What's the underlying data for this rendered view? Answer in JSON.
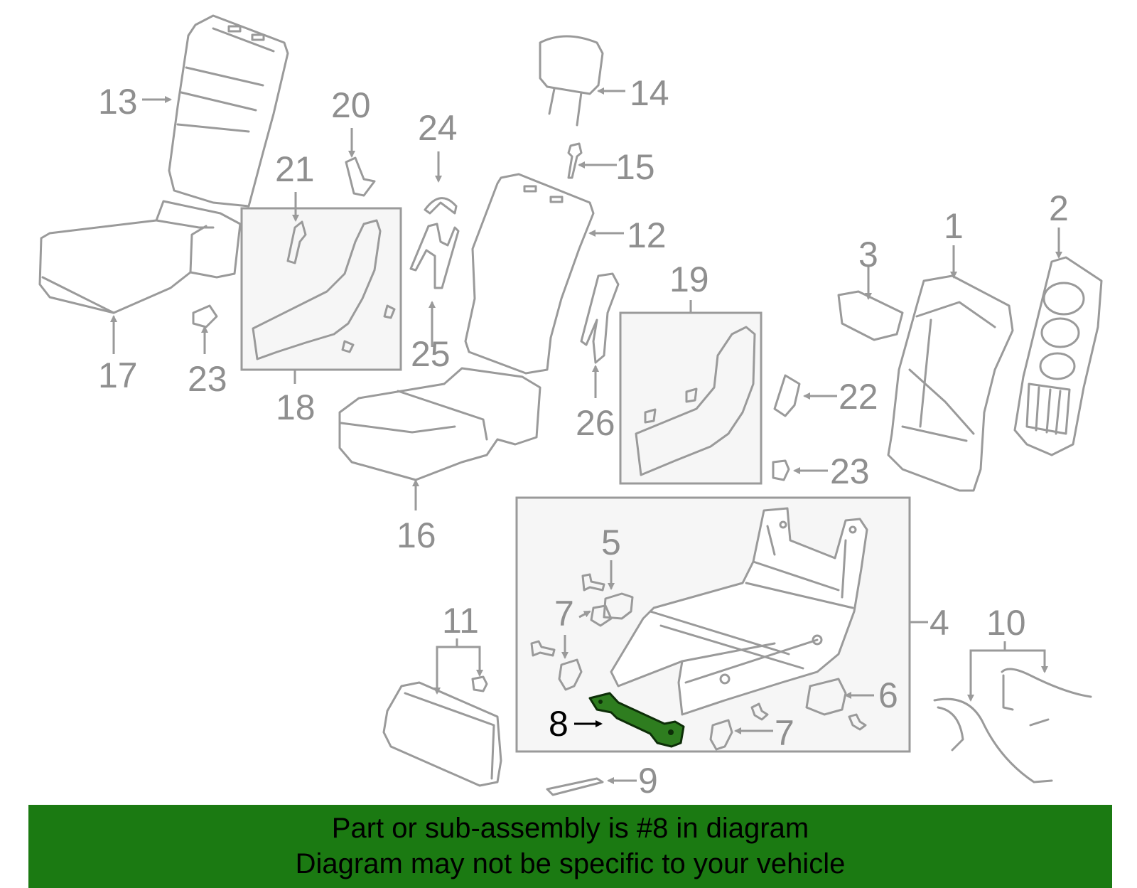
{
  "labels": {
    "l1": "1",
    "l2": "2",
    "l3": "3",
    "l4": "4",
    "l5": "5",
    "l6": "6",
    "l7": "7",
    "l8": "8",
    "l9": "9",
    "l10": "10",
    "l11": "11",
    "l12": "12",
    "l13": "13",
    "l14": "14",
    "l15": "15",
    "l16": "16",
    "l17": "17",
    "l18": "18",
    "l19": "19",
    "l20": "20",
    "l21": "21",
    "l22": "22",
    "l23": "23",
    "l24": "24",
    "l25": "25",
    "l26": "26"
  },
  "highlight": {
    "part_number": "8",
    "color": "#2e7d1f"
  },
  "banner": {
    "line1": "Part or sub-assembly is #8 in diagram",
    "line2": "Diagram may not be specific to your vehicle",
    "background": "#1b7a12"
  }
}
